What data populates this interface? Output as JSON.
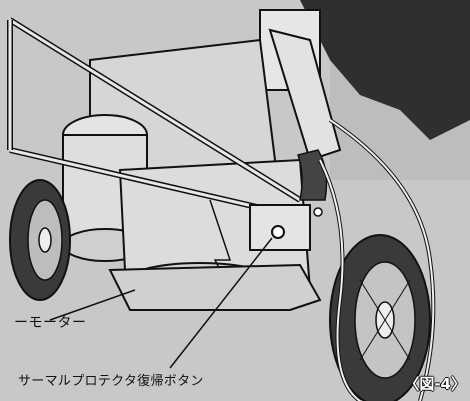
{
  "labels": {
    "motor": "ーモーター",
    "thermal_reset": "サーマルプロテクタ復帰ボタン",
    "figure": "〈図-4〉"
  },
  "colors": {
    "background": "#c9c9c9",
    "ink": "#111111",
    "wheel_tread": "#3a3a3a",
    "motor_body": "#dcdcdc"
  }
}
